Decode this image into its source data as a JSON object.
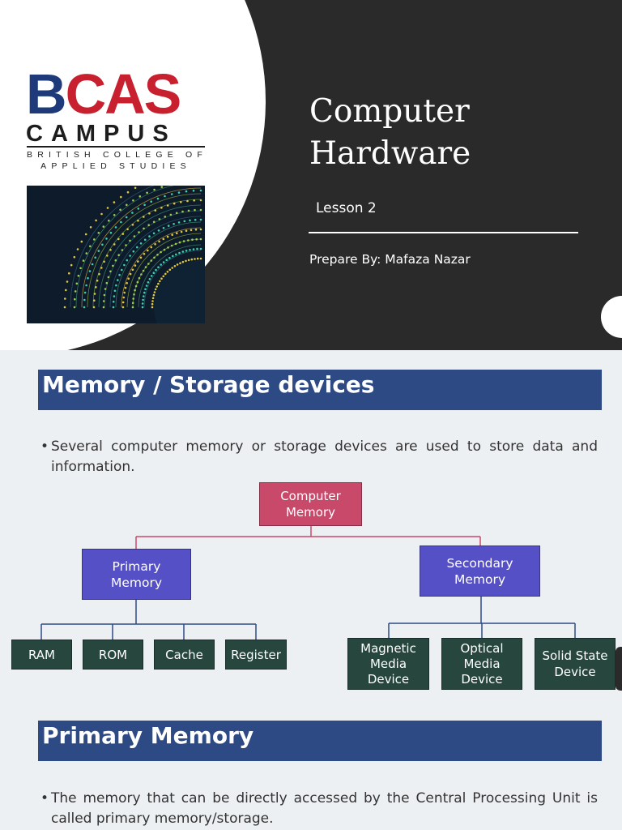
{
  "slide1": {
    "logo": {
      "bcas_b": "B",
      "bcas_cas": "CAS",
      "campus": "CAMPUS",
      "sub_line1": "BRITISH COLLEGE OF",
      "sub_line2": "APPLIED STUDIES"
    },
    "title_line1": "Computer",
    "title_line2": "Hardware",
    "lesson": "Lesson 2",
    "prepared_by": "Prepare By: Mafaza Nazar"
  },
  "slide2": {
    "heading": "Memory / Storage devices",
    "bullet": "Several computer memory or storage devices are used to store data and information.",
    "chart": {
      "root": [
        "Computer",
        "Memory"
      ],
      "primary": [
        "Primary",
        "Memory"
      ],
      "secondary": [
        "Secondary",
        "Memory"
      ],
      "primary_children": [
        "RAM",
        "ROM",
        "Cache",
        "Register"
      ],
      "secondary_children": [
        [
          "Magnetic",
          "Media",
          "Device"
        ],
        [
          "Optical",
          "Media",
          "Device"
        ],
        [
          "Solid State",
          "Device"
        ]
      ]
    }
  },
  "slide3": {
    "heading": "Primary Memory",
    "bullet": "The memory that can be directly accessed by the Central Processing Unit is called primary memory/storage."
  },
  "colors": {
    "dark_bg": "#2a2a2b",
    "banner": "#2e4a85",
    "root_box": "#c9496a",
    "level1_box": "#5650c7",
    "leaf_box": "#26463e",
    "root_connector": "#c9496a",
    "child_connector": "#2e4a85"
  }
}
